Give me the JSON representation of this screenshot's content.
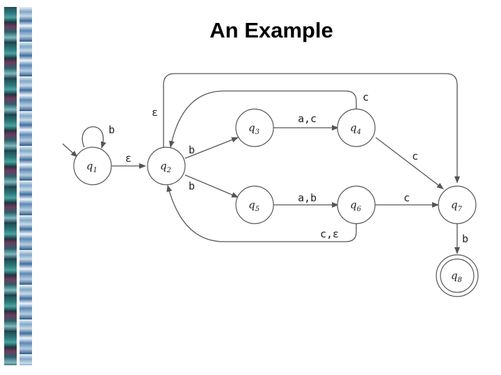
{
  "title": "An Example",
  "states": [
    {
      "id": "q1",
      "name": "q",
      "sub": "1"
    },
    {
      "id": "q2",
      "name": "q",
      "sub": "2"
    },
    {
      "id": "q3",
      "name": "q",
      "sub": "3"
    },
    {
      "id": "q4",
      "name": "q",
      "sub": "4"
    },
    {
      "id": "q5",
      "name": "q",
      "sub": "5"
    },
    {
      "id": "q6",
      "name": "q",
      "sub": "6"
    },
    {
      "id": "q7",
      "name": "q",
      "sub": "7"
    },
    {
      "id": "q8",
      "name": "q",
      "sub": "8",
      "accepting": true
    }
  ],
  "start_state": "q1",
  "transitions": [
    {
      "from": "q1",
      "to": "q1",
      "label": "b"
    },
    {
      "from": "q1",
      "to": "q2",
      "label": "ε"
    },
    {
      "from": "q2",
      "to": "q7",
      "label": "ε"
    },
    {
      "from": "q2",
      "to": "q3",
      "label": "b"
    },
    {
      "from": "q2",
      "to": "q5",
      "label": "b"
    },
    {
      "from": "q3",
      "to": "q4",
      "label": "a,c"
    },
    {
      "from": "q4",
      "to": "q2",
      "label": "c"
    },
    {
      "from": "q4",
      "to": "q7",
      "label": "c"
    },
    {
      "from": "q5",
      "to": "q6",
      "label": "a,b"
    },
    {
      "from": "q6",
      "to": "q7",
      "label": "c"
    },
    {
      "from": "q6",
      "to": "q2",
      "label": "c,ε"
    },
    {
      "from": "q7",
      "to": "q8",
      "label": "b"
    }
  ]
}
